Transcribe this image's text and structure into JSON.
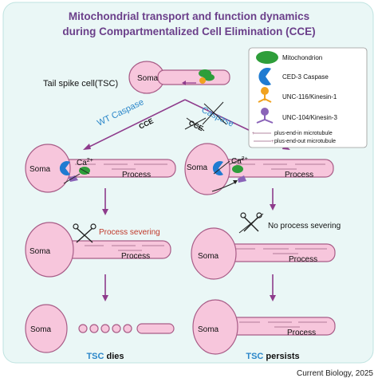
{
  "title": {
    "line1": "Mitochondrial transport and function dynamics",
    "line2": "during Compartmentalized Cell Elimination (CCE)"
  },
  "top": {
    "cell_label": "Tail spike cell(TSC)",
    "soma": "Soma"
  },
  "branches": {
    "left_caspase": "WT Caspase",
    "left_cce": "CCE",
    "right_caspase": "Caspase",
    "right_cce": "CCE"
  },
  "panel_left_1": {
    "soma": "Soma",
    "process": "Process",
    "ion": "Ca",
    "ion_charge": "2+"
  },
  "panel_right_1": {
    "soma": "Soma",
    "process": "Process",
    "ion": "Ca",
    "ion_charge": "2+"
  },
  "panel_left_2": {
    "soma": "Soma",
    "process": "Process",
    "event": "Process severing"
  },
  "panel_right_2": {
    "soma": "Soma",
    "process": "Process",
    "event": "No process severing"
  },
  "panel_left_3": {
    "soma": "Soma",
    "outcome_tsc": "TSC",
    "outcome_word": "dies"
  },
  "panel_right_3": {
    "soma": "Soma",
    "process": "Process",
    "outcome_tsc": "TSC",
    "outcome_word": "persists"
  },
  "legend": {
    "mitochondrion": "Mitochondrion",
    "caspase": "CED-3 Caspase",
    "kinesin1": "UNC-116/Kinesin-1",
    "kinesin3": "UNC-104/Kinesin-3",
    "mt_plus_in": "plus-end-in microtubule",
    "mt_plus_out": "plus-end-out microtubule"
  },
  "credit": "Current Biology, 2025",
  "colors": {
    "panel_bg": "#eaf7f6",
    "cell_fill": "#f7c6dc",
    "title": "#6b3f8a",
    "arrow": "#8e3b8c",
    "mitochondrion": "#2e9e3a",
    "caspase": "#1f7bd1",
    "kinesin1": "#f0a21f",
    "kinesin3": "#8a63b8",
    "caspase_text": "#2a86c9",
    "severing_text": "#c0392b",
    "tsc_text": "#2a86c9"
  }
}
